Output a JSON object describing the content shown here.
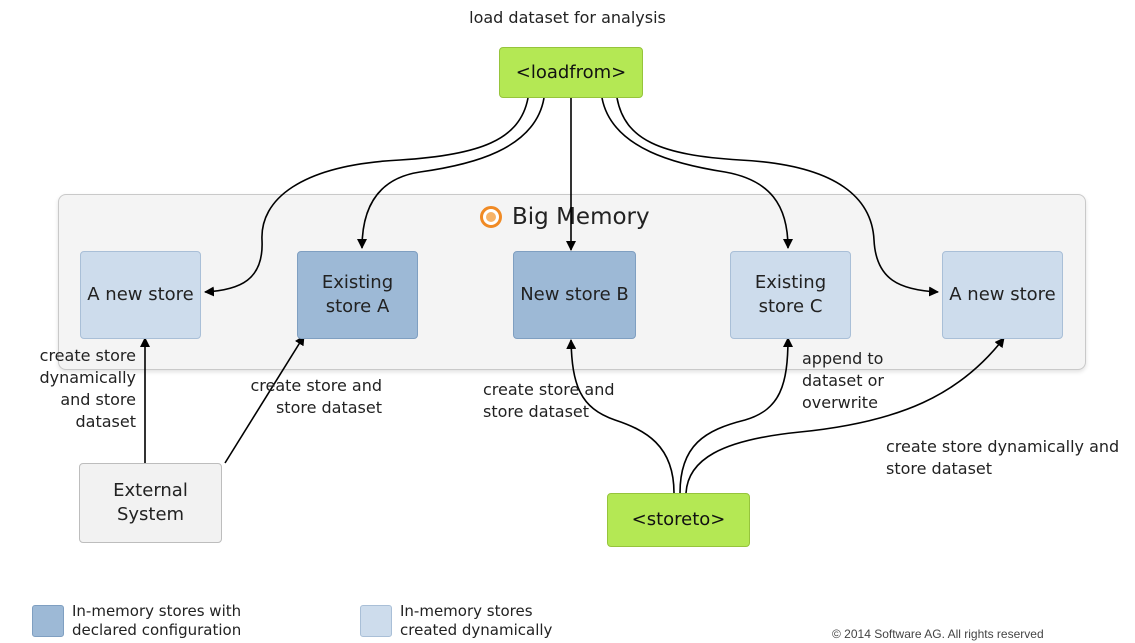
{
  "title": "load dataset for analysis",
  "container": {
    "label": "Big Memory",
    "icon": "big-memory-icon"
  },
  "nodes": {
    "loadfrom": "<loadfrom>",
    "store_new_left": "A new store",
    "store_a": "Existing store A",
    "store_b": "New store B",
    "store_c": "Existing store C",
    "store_new_right": "A new store",
    "external": "External System",
    "storeto": "<storeto>"
  },
  "annotations": {
    "left_dynamic": "create store dynamically and store dataset",
    "create_a": "create store and store dataset",
    "create_b": "create store and store dataset",
    "append_c": "append to dataset or overwrite",
    "right_dynamic": "create store dynamically and store dataset"
  },
  "legend": [
    {
      "label": "In-memory stores with declared configuration",
      "color": "#9db9d6"
    },
    {
      "label": "In-memory stores created dynamically",
      "color": "#cddcec"
    }
  ],
  "copyright": "© 2014 Software AG. All rights reserved",
  "colors": {
    "trigger": "#b4e854",
    "declared": "#9db9d6",
    "dynamic": "#cddcec",
    "accent": "#f08a24"
  }
}
